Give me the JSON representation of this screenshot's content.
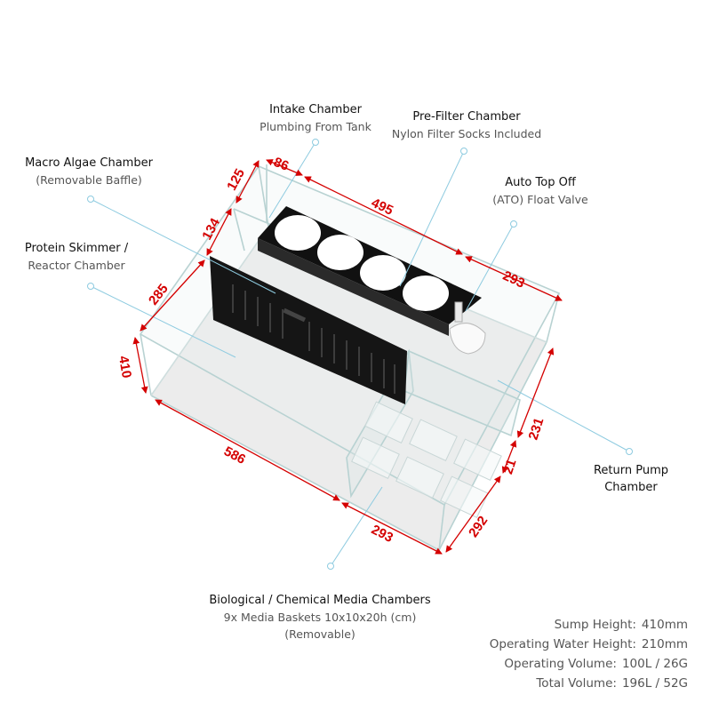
{
  "labels": {
    "intake": {
      "title": "Intake Chamber",
      "sub": "Plumbing From Tank"
    },
    "prefilter": {
      "title": "Pre-Filter Chamber",
      "sub": "Nylon Filter Socks Included"
    },
    "macro": {
      "title": "Macro Algae Chamber",
      "sub": "(Removable Baffle)"
    },
    "ato": {
      "title": "Auto Top Off",
      "sub": "(ATO) Float Valve"
    },
    "skimmer": {
      "title": "Protein Skimmer /",
      "sub": "Reactor Chamber"
    },
    "return": {
      "line1": "Return Pump",
      "line2": "Chamber"
    },
    "media": {
      "title": "Biological / Chemical Media Chambers",
      "sub1": "9x Media Baskets 10x10x20h (cm)",
      "sub2": "(Removable)"
    }
  },
  "dimensions": {
    "d86": "86",
    "d125": "125",
    "d134": "134",
    "d285": "285",
    "d410": "410",
    "d495": "495",
    "d293top": "293",
    "d231": "231",
    "d21": "21",
    "d292": "292",
    "d293bottom": "293",
    "d586": "586"
  },
  "specs": [
    {
      "key": "Sump Height:",
      "value": "410mm"
    },
    {
      "key": "Operating Water Height:",
      "value": "210mm"
    },
    {
      "key": "Operating Volume:",
      "value": "100L / 26G"
    },
    {
      "key": "Total Volume:",
      "value": "196L / 52G"
    }
  ],
  "colors": {
    "dimension": "#d40000",
    "leader": "#8ecbe0",
    "glass": "#b8d2d2",
    "baffle": "#111111"
  }
}
